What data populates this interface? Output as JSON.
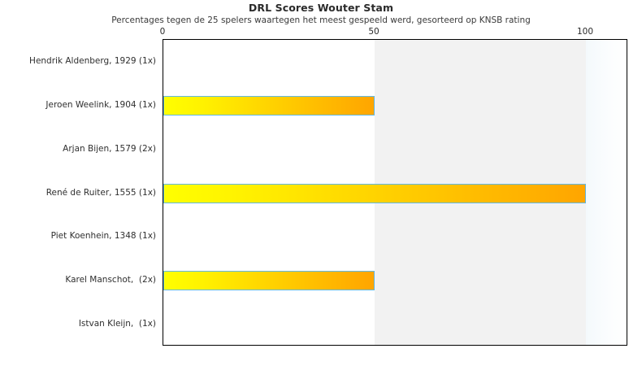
{
  "chart_data": {
    "type": "bar",
    "orientation": "horizontal",
    "title": "DRL Scores Wouter Stam",
    "subtitle": "Percentages tegen de 25 spelers waartegen het meest gespeeld werd, gesorteerd op KNSB rating",
    "xlabel": "",
    "ylabel": "",
    "xlim": [
      0,
      110
    ],
    "xticks": [
      0,
      50,
      100
    ],
    "xtick_labels": [
      "0",
      "50",
      "100"
    ],
    "grid": false,
    "legend": false,
    "categories": [
      "Hendrik Aldenberg, 1929 (1x)",
      "Jeroen Weelink, 1904 (1x)",
      "Arjan Bijen, 1579 (2x)",
      "René de Ruiter, 1555 (1x)",
      "Piet Koenhein, 1348 (1x)",
      "Karel Manschot,  (2x)",
      "Istvan Kleijn,  (1x)"
    ],
    "values": [
      0,
      50,
      0,
      100,
      0,
      50,
      0
    ],
    "bar_fill_start_color": "#ffff00",
    "bar_fill_end_color": "#ffa500",
    "bar_border_color": "#62b8e4",
    "band_mid_color": "#f2f2f2",
    "band_right_color": "#f4f9fc",
    "plot_border_color": "#000000",
    "background_color": "#ffffff"
  }
}
